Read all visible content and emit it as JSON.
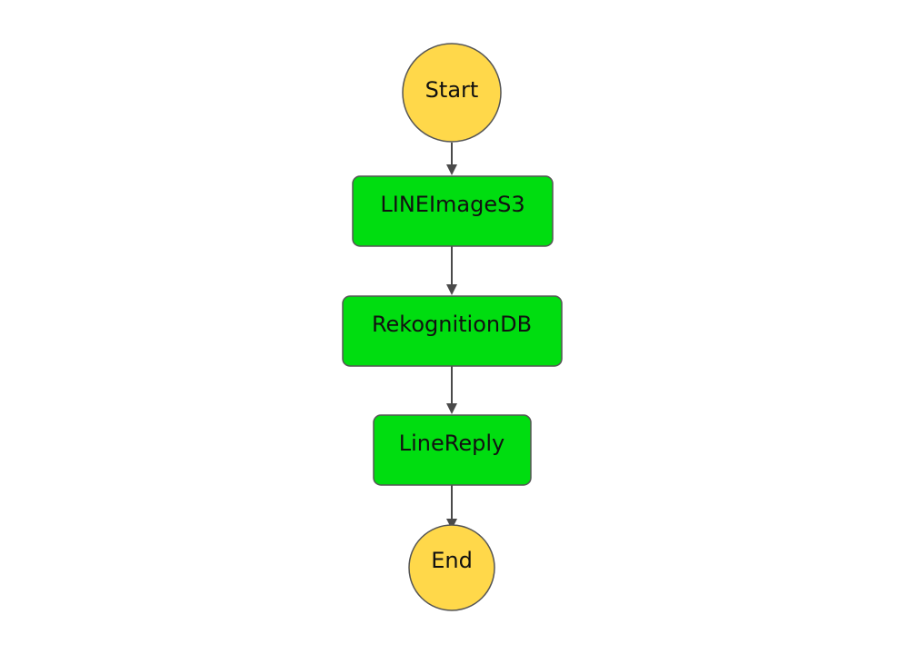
{
  "diagram": {
    "nodes": [
      {
        "id": "start",
        "label": "Start",
        "shape": "circle",
        "color": "#FFD84A"
      },
      {
        "id": "line_image_s3",
        "label": "LINEImageS3",
        "shape": "rounded-rect",
        "color": "#00DD10"
      },
      {
        "id": "rekognition_db",
        "label": "RekognitionDB",
        "shape": "rounded-rect",
        "color": "#00DD10"
      },
      {
        "id": "line_reply",
        "label": "LineReply",
        "shape": "rounded-rect",
        "color": "#00DD10"
      },
      {
        "id": "end",
        "label": "End",
        "shape": "circle",
        "color": "#FFD84A"
      }
    ],
    "edges": [
      {
        "from": "start",
        "to": "line_image_s3"
      },
      {
        "from": "line_image_s3",
        "to": "rekognition_db"
      },
      {
        "from": "rekognition_db",
        "to": "line_reply"
      },
      {
        "from": "line_reply",
        "to": "end"
      }
    ],
    "border_color": "#555555",
    "edge_color": "#4a4a4a"
  }
}
